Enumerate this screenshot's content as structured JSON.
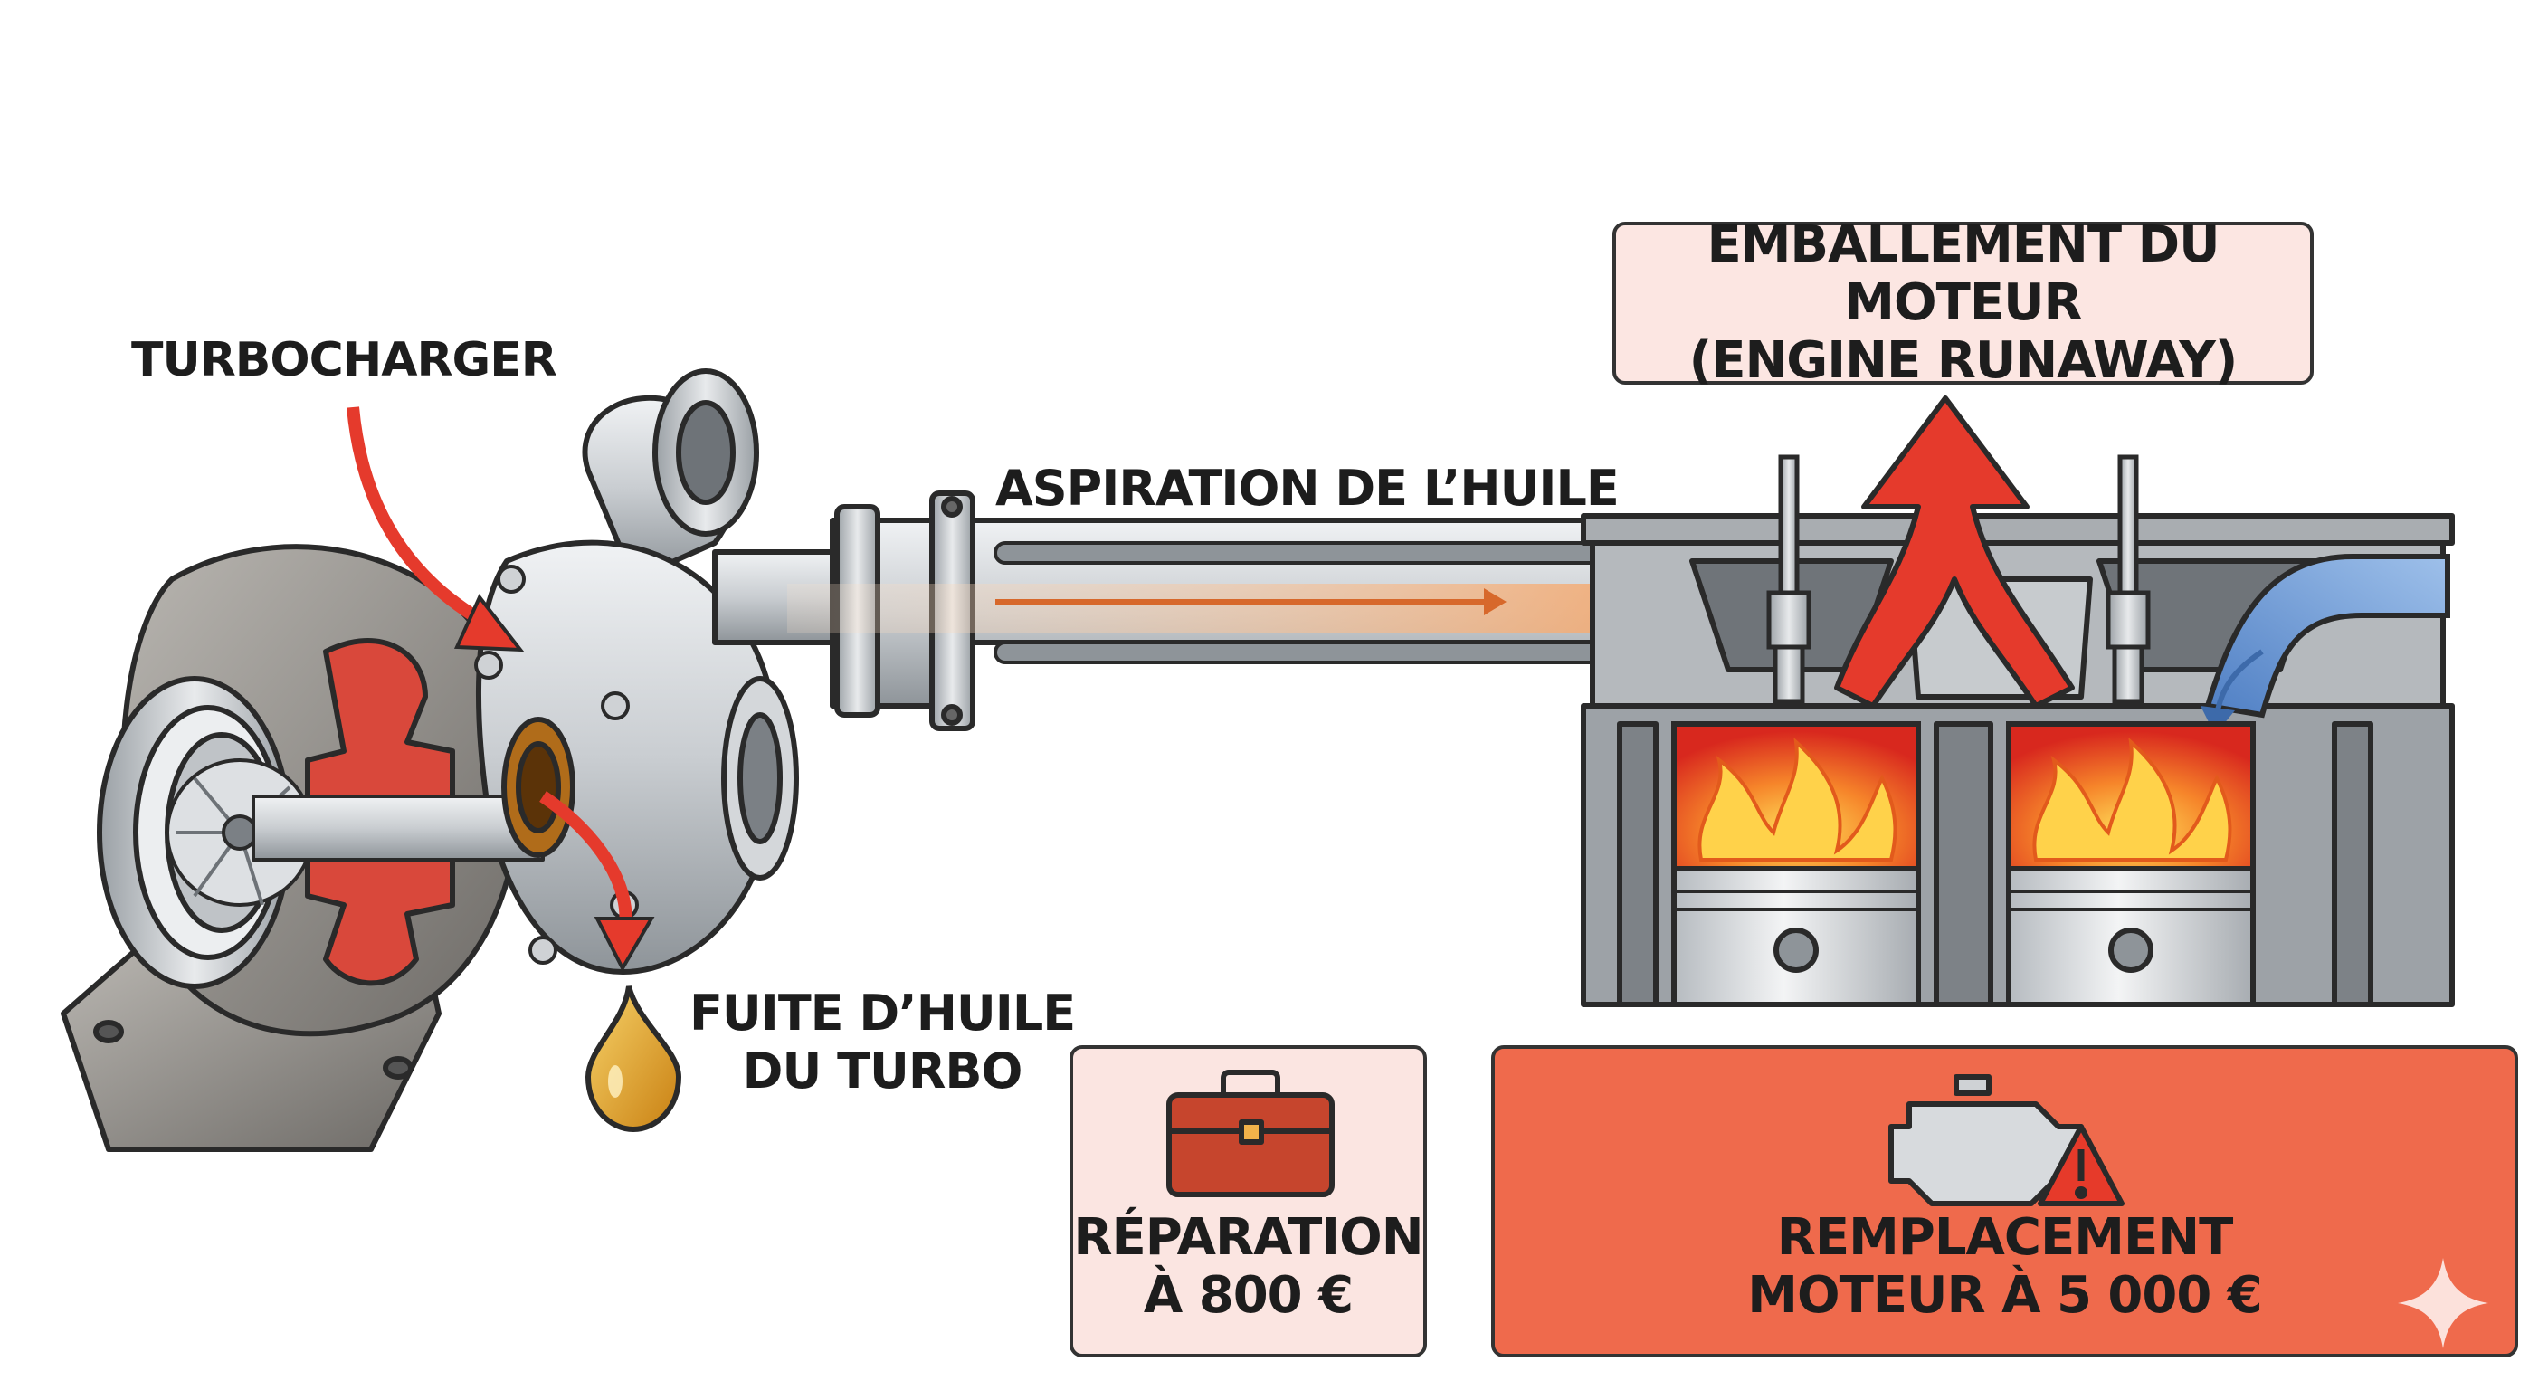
{
  "labels": {
    "turbocharger": "TURBOCHARGER",
    "oil_suction": "ASPIRATION DE L’HUILE",
    "turbo_leak_line1": "FUITE D’HUILE",
    "turbo_leak_line2": "DU TURBO"
  },
  "runaway_box": {
    "line1": "EMBALLEMENT DU MOTEUR",
    "line2": "(ENGINE RUNAWAY)"
  },
  "repair_box": {
    "icon": "toolbox-icon",
    "line1": "RÉPARATION",
    "line2": "À 800 €"
  },
  "replace_box": {
    "icon": "engine-warning-icon",
    "line1": "REMPLACEMENT",
    "line2": "MOTEUR À 5 000 €"
  },
  "colors": {
    "arrow_red": "#e53a2c",
    "flame_orange": "#f6852a",
    "oil_gold": "#e3a62a",
    "runaway_box_fill": "#fce6e2",
    "repair_box_fill": "#fbe5e1",
    "replace_box_fill": "#ef6a4c",
    "metal_light": "#d7dadd",
    "metal_dark": "#8e9499",
    "intake_blue": "#5f8fcf"
  }
}
